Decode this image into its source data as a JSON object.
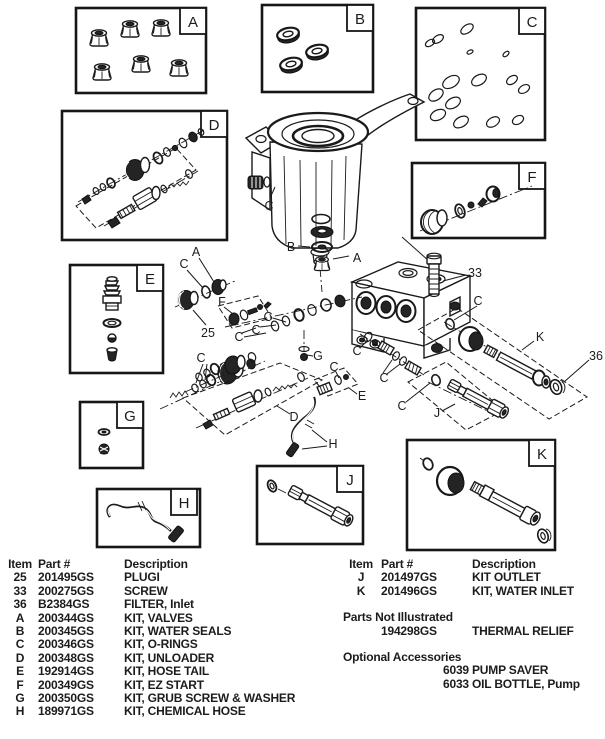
{
  "diagram": {
    "kit_boxes": [
      {
        "label": "A"
      },
      {
        "label": "B"
      },
      {
        "label": "C"
      },
      {
        "label": "D"
      },
      {
        "label": "E"
      },
      {
        "label": "F"
      },
      {
        "label": "G"
      },
      {
        "label": "H"
      },
      {
        "label": "J"
      },
      {
        "label": "K"
      }
    ],
    "callouts": [
      {
        "label": "C"
      },
      {
        "label": "B"
      },
      {
        "label": "A"
      },
      {
        "label": "A"
      },
      {
        "label": "C"
      },
      {
        "label": "25"
      },
      {
        "label": "F"
      },
      {
        "label": "C"
      },
      {
        "label": "C"
      },
      {
        "label": "C"
      },
      {
        "label": "C"
      },
      {
        "label": "G"
      },
      {
        "label": "C"
      },
      {
        "label": "C"
      },
      {
        "label": "D"
      },
      {
        "label": "C"
      },
      {
        "label": "E"
      },
      {
        "label": "H"
      },
      {
        "label": "33"
      },
      {
        "label": "C"
      },
      {
        "label": "K"
      },
      {
        "label": "36"
      },
      {
        "label": "C"
      },
      {
        "label": "J"
      }
    ]
  },
  "parts_table": {
    "headers": [
      "Item",
      "Part #",
      "Description"
    ],
    "rows": [
      {
        "item": "25",
        "part": "201495GS",
        "desc": "PLUGI"
      },
      {
        "item": "33",
        "part": "200275GS",
        "desc": "SCREW"
      },
      {
        "item": "36",
        "part": "B2384GS",
        "desc": "FILTER, Inlet"
      },
      {
        "item": "A",
        "part": "200344GS",
        "desc": "KIT, VALVES"
      },
      {
        "item": "B",
        "part": "200345GS",
        "desc": "KIT, WATER SEALS"
      },
      {
        "item": "C",
        "part": "200346GS",
        "desc": "KIT, O-RINGS"
      },
      {
        "item": "D",
        "part": "200348GS",
        "desc": "KIT, UNLOADER"
      },
      {
        "item": "E",
        "part": "192914GS",
        "desc": "KIT, HOSE TAIL"
      },
      {
        "item": "F",
        "part": "200349GS",
        "desc": "KIT, EZ START"
      },
      {
        "item": "G",
        "part": "200350GS",
        "desc": "KIT, GRUB SCREW & WASHER"
      },
      {
        "item": "H",
        "part": "189971GS",
        "desc": "KIT, CHEMICAL HOSE"
      }
    ]
  },
  "right_table": {
    "headers": [
      "Item",
      "Part #",
      "Description"
    ],
    "rows": [
      {
        "item": "J",
        "part": "201497GS",
        "desc": "KIT OUTLET"
      },
      {
        "item": "K",
        "part": "201496GS",
        "desc": "KIT, WATER INLET"
      }
    ],
    "not_illustrated": {
      "title": "Parts Not Illustrated",
      "rows": [
        {
          "part": "194298GS",
          "desc": "THERMAL RELIEF"
        }
      ]
    },
    "optional": {
      "title": "Optional Accessories",
      "rows": [
        {
          "part": "6039",
          "desc": "PUMP SAVER"
        },
        {
          "part": "6033",
          "desc": "OIL BOTTLE, Pump"
        }
      ]
    }
  }
}
